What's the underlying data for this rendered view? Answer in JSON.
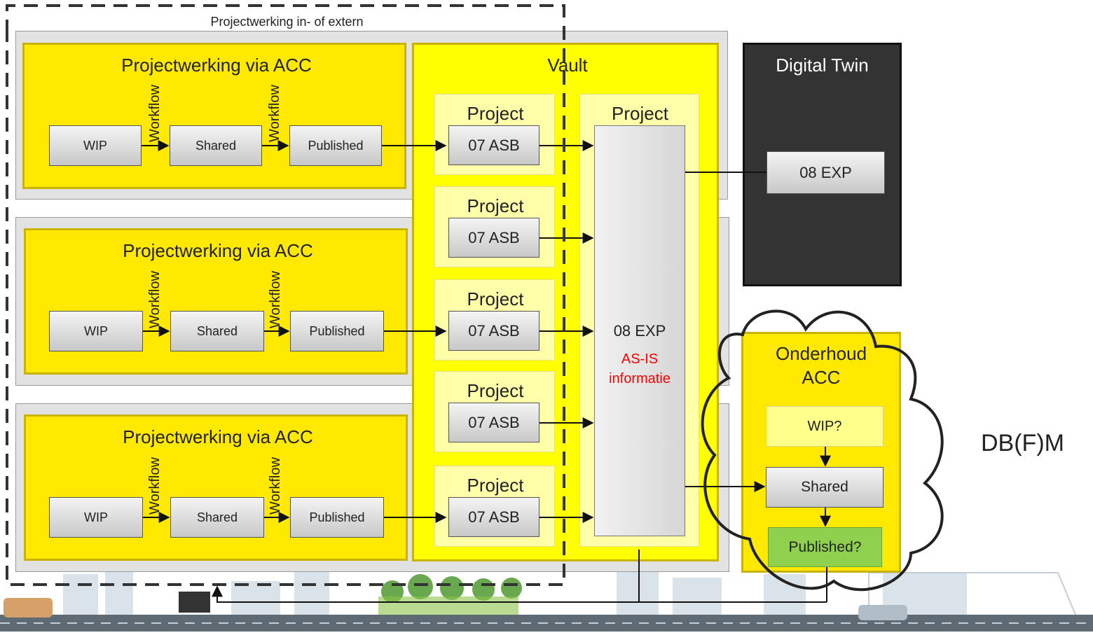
{
  "extern_label": "Projectwerking in- of extern",
  "acc_rows": [
    {
      "title": "Projectwerking via ACC",
      "wip": "WIP",
      "shared": "Shared",
      "published": "Published",
      "workflow1": "Workflow",
      "workflow2": "Workflow"
    },
    {
      "title": "Projectwerking via ACC",
      "wip": "WIP",
      "shared": "Shared",
      "published": "Published",
      "workflow1": "Workflow",
      "workflow2": "Workflow"
    },
    {
      "title": "Projectwerking via ACC",
      "wip": "WIP",
      "shared": "Shared",
      "published": "Published",
      "workflow1": "Workflow",
      "workflow2": "Workflow"
    }
  ],
  "vault": {
    "title": "Vault",
    "projects": [
      {
        "title": "Project",
        "asb": "07 ASB"
      },
      {
        "title": "Project",
        "asb": "07 ASB"
      },
      {
        "title": "Project",
        "asb": "07 ASB"
      },
      {
        "title": "Project",
        "asb": "07 ASB"
      },
      {
        "title": "Project",
        "asb": "07 ASB"
      }
    ],
    "main_project": {
      "title": "Project",
      "exp": "08 EXP",
      "asis_line1": "AS-IS",
      "asis_line2": "informatie"
    }
  },
  "digital_twin": {
    "title": "Digital Twin",
    "exp": "08 EXP"
  },
  "onderhoud": {
    "title_line1": "Onderhoud",
    "title_line2": "ACC",
    "wip": "WIP?",
    "shared": "Shared",
    "published": "Published?"
  },
  "dbfm_label": "DB(F)M",
  "colors": {
    "yellow": "#ffe900",
    "dark": "#333333",
    "published_green": "#8fd14f",
    "asis_red": "#ff0000"
  }
}
